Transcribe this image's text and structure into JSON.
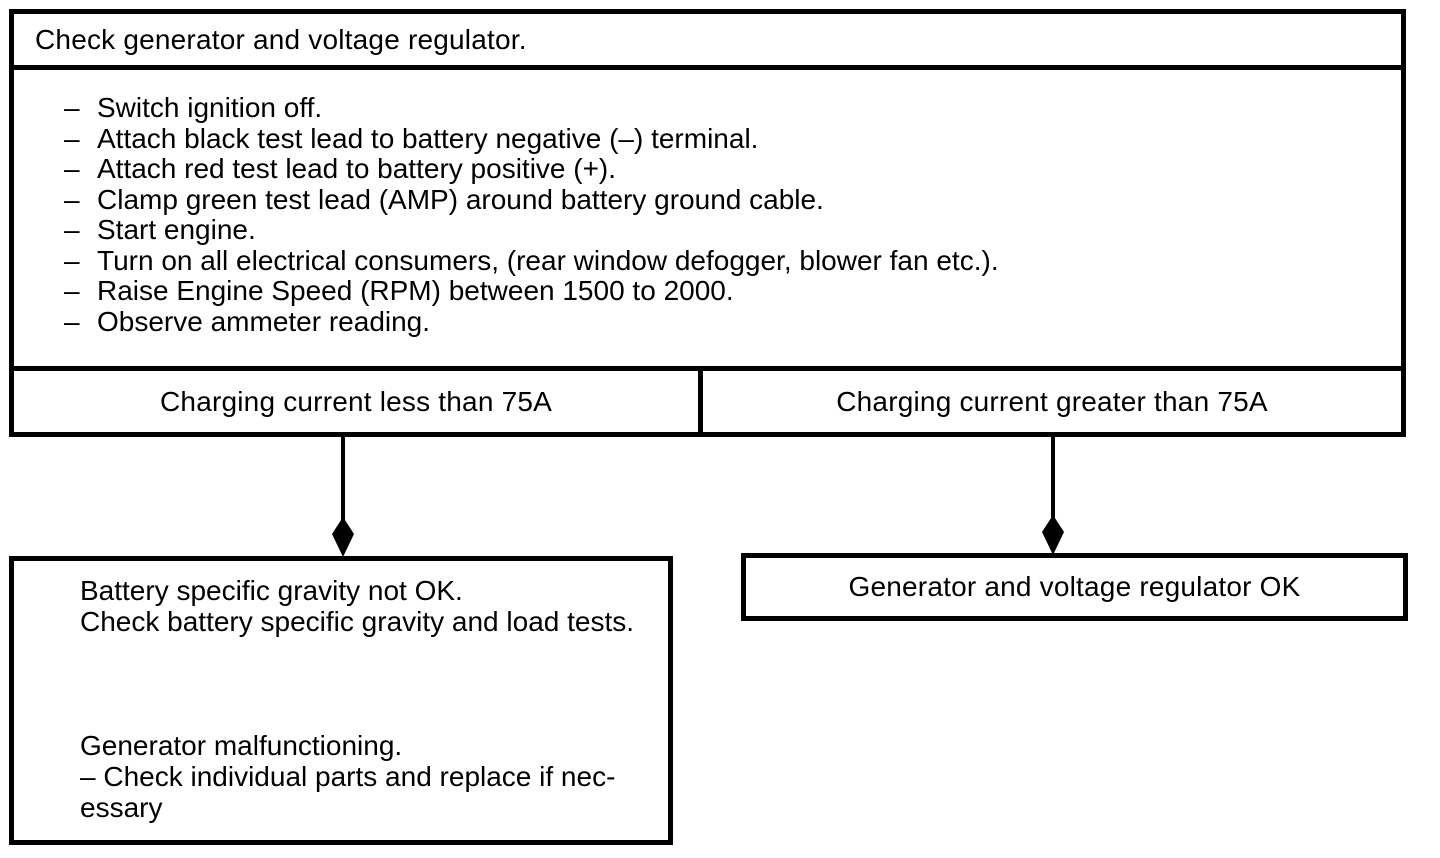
{
  "colors": {
    "ink": "#000000",
    "paper": "#ffffff"
  },
  "diagram": {
    "step_dash": "–",
    "title_box": {
      "text": "Check generator and voltage regulator."
    },
    "procedure_steps": [
      "Switch ignition off.",
      "Attach black test lead to battery negative (–) terminal.",
      "Attach red test lead to battery positive (+).",
      "Clamp green test lead (AMP) around battery ground cable.",
      "Start engine.",
      "Turn on all electrical consumers, (rear window defogger, blower fan etc.).",
      "Raise Engine Speed (RPM) between 1500 to 2000.",
      "Observe ammeter reading."
    ],
    "branch_left": {
      "label": "Charging current less than 75A"
    },
    "branch_right": {
      "label": "Charging current greater than 75A"
    },
    "result_left": {
      "lines_top": [
        "Battery specific gravity not OK.",
        "Check battery specific gravity and load tests."
      ],
      "lines_bottom": [
        "Generator malfunctioning.",
        "– Check individual parts and replace if nec-",
        "essary"
      ]
    },
    "result_right": {
      "label": "Generator and voltage regulator OK"
    }
  }
}
